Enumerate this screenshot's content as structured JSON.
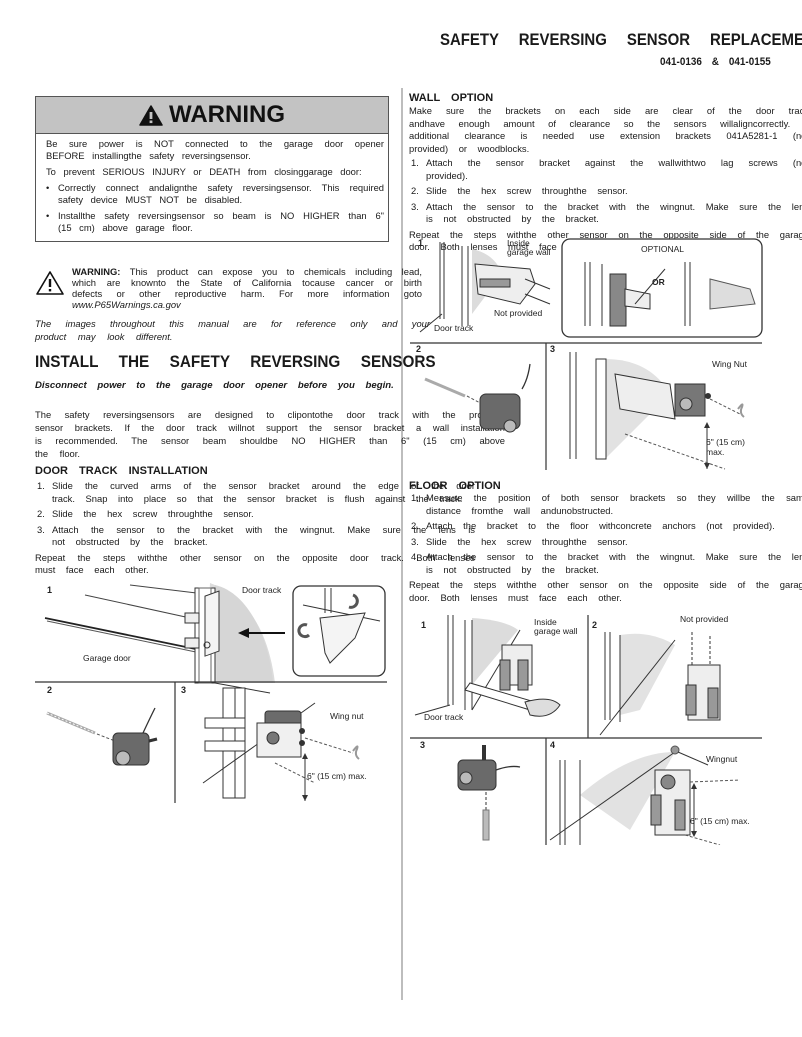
{
  "header": {
    "title": "SAFETY REVERSING SENSOR REPLACEMENT",
    "part_numbers": "041-0136 & 041-0155"
  },
  "warning_box": {
    "icon": "warning-triangle-icon",
    "heading": "WARNING",
    "line1": "Be sure power is NOT connected to the garage door opener BEFORE installingthe safety reversingsensor.",
    "line2": "To prevent SERIOUS INJURY or DEATH from closinggarage door:",
    "bullets": [
      "Correctly connect andalignthe safety reversingsensor. This required safety device MUST NOT be disabled.",
      "Installthe safety reversingsensor so beam is NO HIGHER than 6\" (15 cm) above garage floor."
    ]
  },
  "prop65": {
    "icon": "warning-triangle-outline-icon",
    "label": "WARNING:",
    "text": "This product can expose you to chemicals including lead, which are knownto the State of California tocause cancer or birth defects or other reproductive harm. For more information goto",
    "link": "www.P65Warnings.ca.gov"
  },
  "disclaimer": "The images throughout this manual are for reference only and your product may look different.",
  "install": {
    "heading": "INSTALL THE SAFETY REVERSING SENSORS",
    "subheading": "Disconnect power to the garage door opener before you begin.",
    "intro": "The safety reversingsensors are designed to clipontothe door track with the provided sensor brackets. If the door track willnot support the sensor bracket a wall installation is recommended. The sensor beam shouldbe NO HIGHER than 6\" (15 cm) above the floor."
  },
  "door_track": {
    "heading": "DOOR TRACK INSTALLATION",
    "steps": [
      {
        "n": "1.",
        "text": "Slide the curved arms of the sensor bracket around the edge of the door track. Snap into place so that the sensor bracket is flush against the track."
      },
      {
        "n": "2.",
        "text": "Slide the hex screw throughthe sensor."
      },
      {
        "n": "3.",
        "text": "Attach the sensor to the bracket with the wingnut. Make sure the lens is not obstructed by the bracket."
      }
    ],
    "repeat": "Repeat the steps withthe other sensor on the opposite door track. Both lenses must face each other.",
    "figure_labels": {
      "panel1": "1",
      "panel2": "2",
      "panel3": "3",
      "door_track": "Door track",
      "garage_door": "Garage door",
      "wing_nut": "Wing nut",
      "height": "6\" (15 cm) max."
    }
  },
  "wall_option": {
    "heading": "WALL OPTION",
    "intro": "Make sure the brackets on each side are clear of the door track andhave enough amount of clearance so the sensors willaligncorrectly. If additional clearance is needed use extension brackets 041A5281-1 (not provided) or woodblocks.",
    "steps": [
      {
        "n": "1.",
        "text": "Attach the sensor bracket against the wallwithtwo lag screws (not provided)."
      },
      {
        "n": "2.",
        "text": "Slide the hex screw throughthe sensor."
      },
      {
        "n": "3.",
        "text": "Attach the sensor to the bracket with the wingnut. Make sure the lens is not obstructed by the bracket."
      }
    ],
    "repeat": "Repeat the steps withthe other sensor on the opposite side of the garage door. Both lenses must face each other.",
    "figure_labels": {
      "panel1": "1",
      "panel2": "2",
      "panel3": "3",
      "inside_wall": "Inside garage wall",
      "not_provided": "Not provided",
      "door_track": "Door track",
      "optional": "OPTIONAL",
      "or": "OR",
      "wing_nut": "Wing Nut",
      "height": "6\" (15 cm) max."
    }
  },
  "floor_option": {
    "heading": "FLOOR OPTION",
    "steps": [
      {
        "n": "1.",
        "text": "Measure the position of both sensor brackets so they willbe the same distance fromthe wall andunobstructed."
      },
      {
        "n": "2.",
        "text": "Attach the bracket to the floor withconcrete anchors (not provided)."
      },
      {
        "n": "3.",
        "text": "Slide the hex screw throughthe sensor."
      },
      {
        "n": "4.",
        "text": "Attach the sensor to the bracket with the wingnut. Make sure the lens is not obstructed by the bracket."
      }
    ],
    "repeat": "Repeat the steps withthe other sensor on the opposite side of the garage door. Both lenses must face each other.",
    "figure_labels": {
      "panel1": "1",
      "panel2": "2",
      "panel3": "3",
      "panel4": "4",
      "inside_wall": "Inside garage wall",
      "not_provided": "Not provided",
      "door_track": "Door track",
      "wingnut": "Wingnut",
      "height": "6\" (15 cm) max."
    }
  }
}
